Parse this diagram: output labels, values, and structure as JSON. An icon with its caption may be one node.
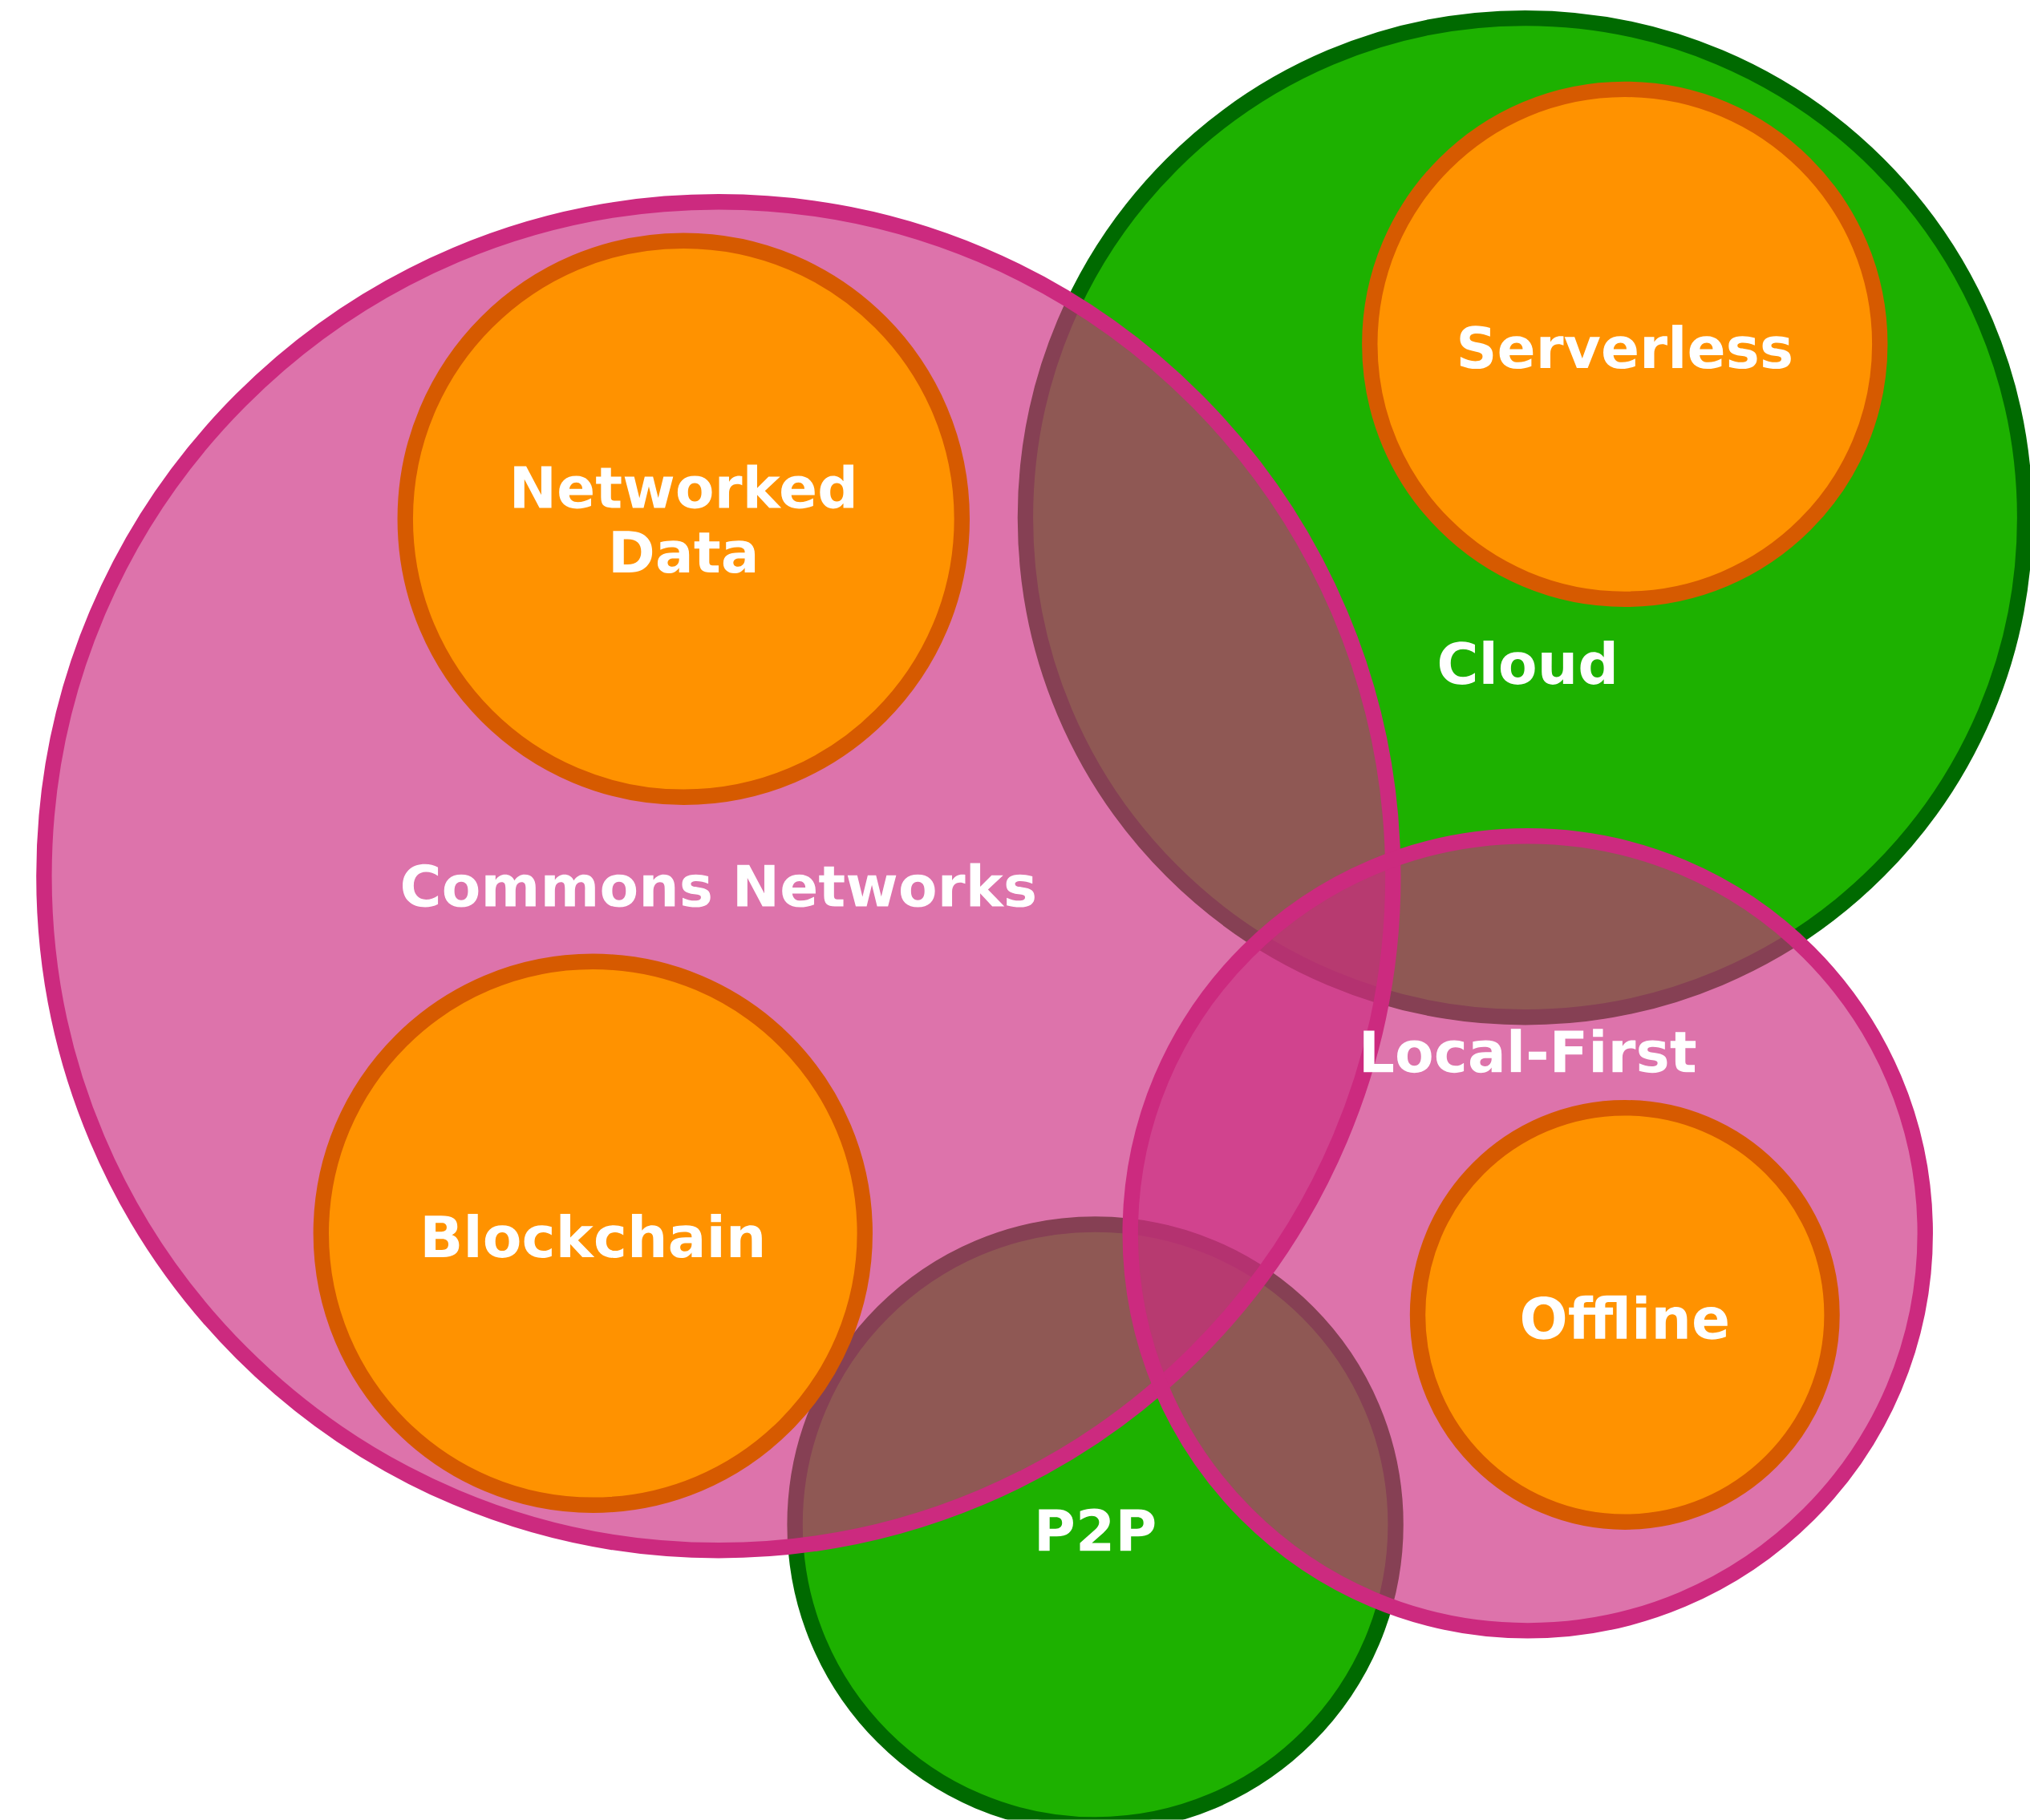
{
  "diagram": {
    "nodes": [
      {
        "text": [
          "Cloud"
        ]
      },
      {
        "text": [
          "Serverless"
        ],
        "in": 0
      },
      {
        "text": [
          "Commons Networks"
        ]
      },
      {
        "text": [
          "Networked Data"
        ],
        "in": 2
      },
      {
        "text": [
          "Blockchain"
        ],
        "in": 2
      },
      {
        "text": [
          "Local-First"
        ]
      },
      {
        "text": [
          "Offline"
        ],
        "in": 5
      },
      {
        "text": [
          "P2P"
        ]
      }
    ]
  }
}
